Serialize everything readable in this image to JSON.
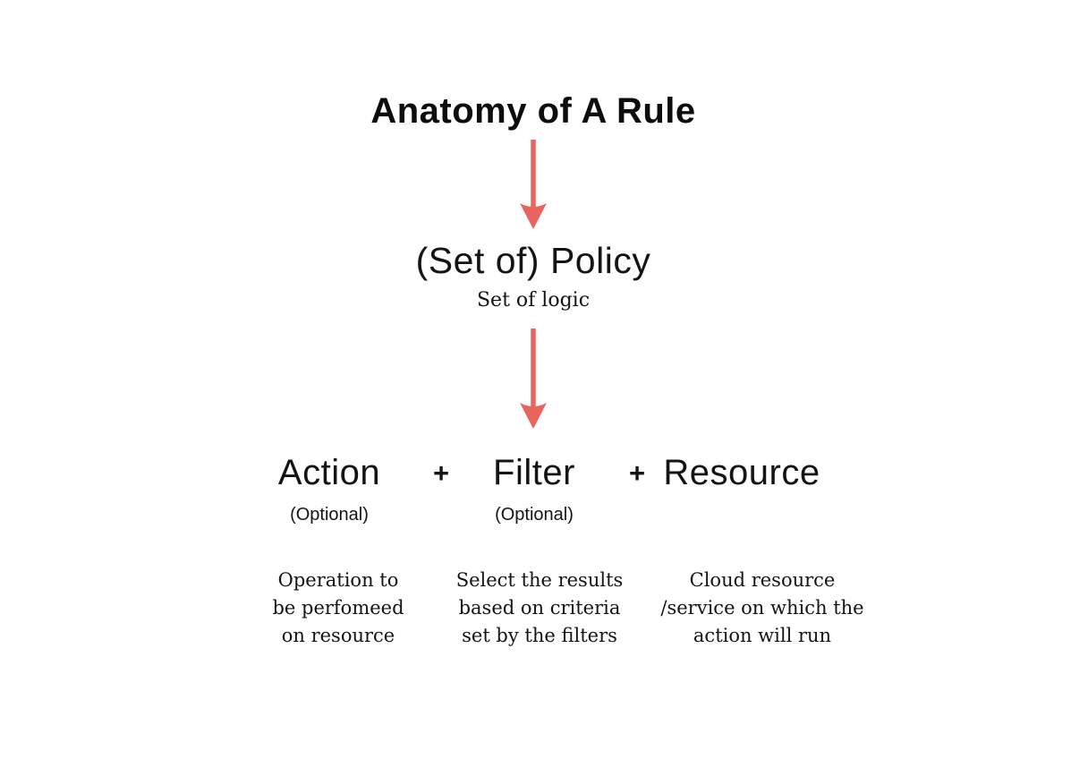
{
  "title": "Anatomy of A Rule",
  "colors": {
    "arrow": "#e8655f",
    "text": "#141414"
  },
  "policy": {
    "label": "(Set of) Policy",
    "sublabel": "Set of logic"
  },
  "formula": {
    "plus": "+",
    "items": [
      {
        "label": "Action",
        "note": "(Optional)",
        "description": "Operation to\nbe perfomeed\non resource"
      },
      {
        "label": "Filter",
        "note": "(Optional)",
        "description": "Select the results\nbased on criteria\nset by the filters"
      },
      {
        "label": "Resource",
        "description": "Cloud resource\n/service on which the\naction will run"
      }
    ]
  }
}
